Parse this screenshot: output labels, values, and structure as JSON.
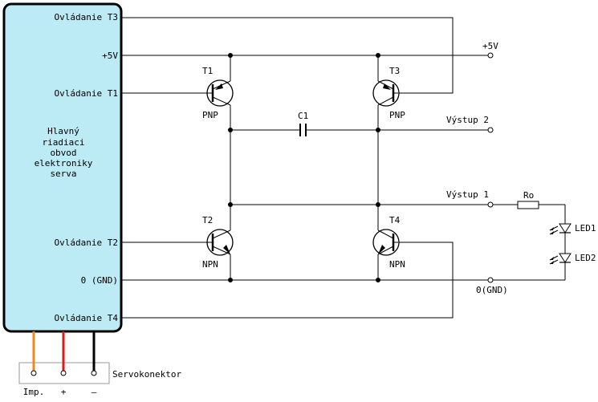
{
  "controller": {
    "pins": [
      {
        "id": "ctrl_t3",
        "label": "Ovládanie T3"
      },
      {
        "id": "vcc",
        "label": "+5V"
      },
      {
        "id": "ctrl_t1",
        "label": "Ovládanie T1"
      },
      {
        "id": "ctrl_t2",
        "label": "Ovládanie T2"
      },
      {
        "id": "gnd",
        "label": "0 (GND)"
      },
      {
        "id": "ctrl_t4",
        "label": "Ovládanie T4"
      }
    ],
    "description_lines": [
      "Hlavný",
      "riadiaci",
      "obvod",
      "elektroniky",
      "serva"
    ],
    "fill_color": "#bcebf5"
  },
  "transistors": [
    {
      "name": "T1",
      "type": "PNP"
    },
    {
      "name": "T3",
      "type": "PNP"
    },
    {
      "name": "T2",
      "type": "NPN"
    },
    {
      "name": "T4",
      "type": "NPN"
    }
  ],
  "capacitor": {
    "label": "C1"
  },
  "resistor": {
    "label": "Ro"
  },
  "leds": [
    "LED1",
    "LED2"
  ],
  "terminals": {
    "vcc": "+5V",
    "out2": "Výstup 2",
    "out1": "Výstup 1",
    "gnd": "0(GND)"
  },
  "connector": {
    "title": "Servokonektor",
    "pins": [
      {
        "label": "Imp.",
        "color": "#f08a1c"
      },
      {
        "label": "+",
        "color": "#e01818"
      },
      {
        "label": "—",
        "color": "#000000"
      }
    ]
  }
}
